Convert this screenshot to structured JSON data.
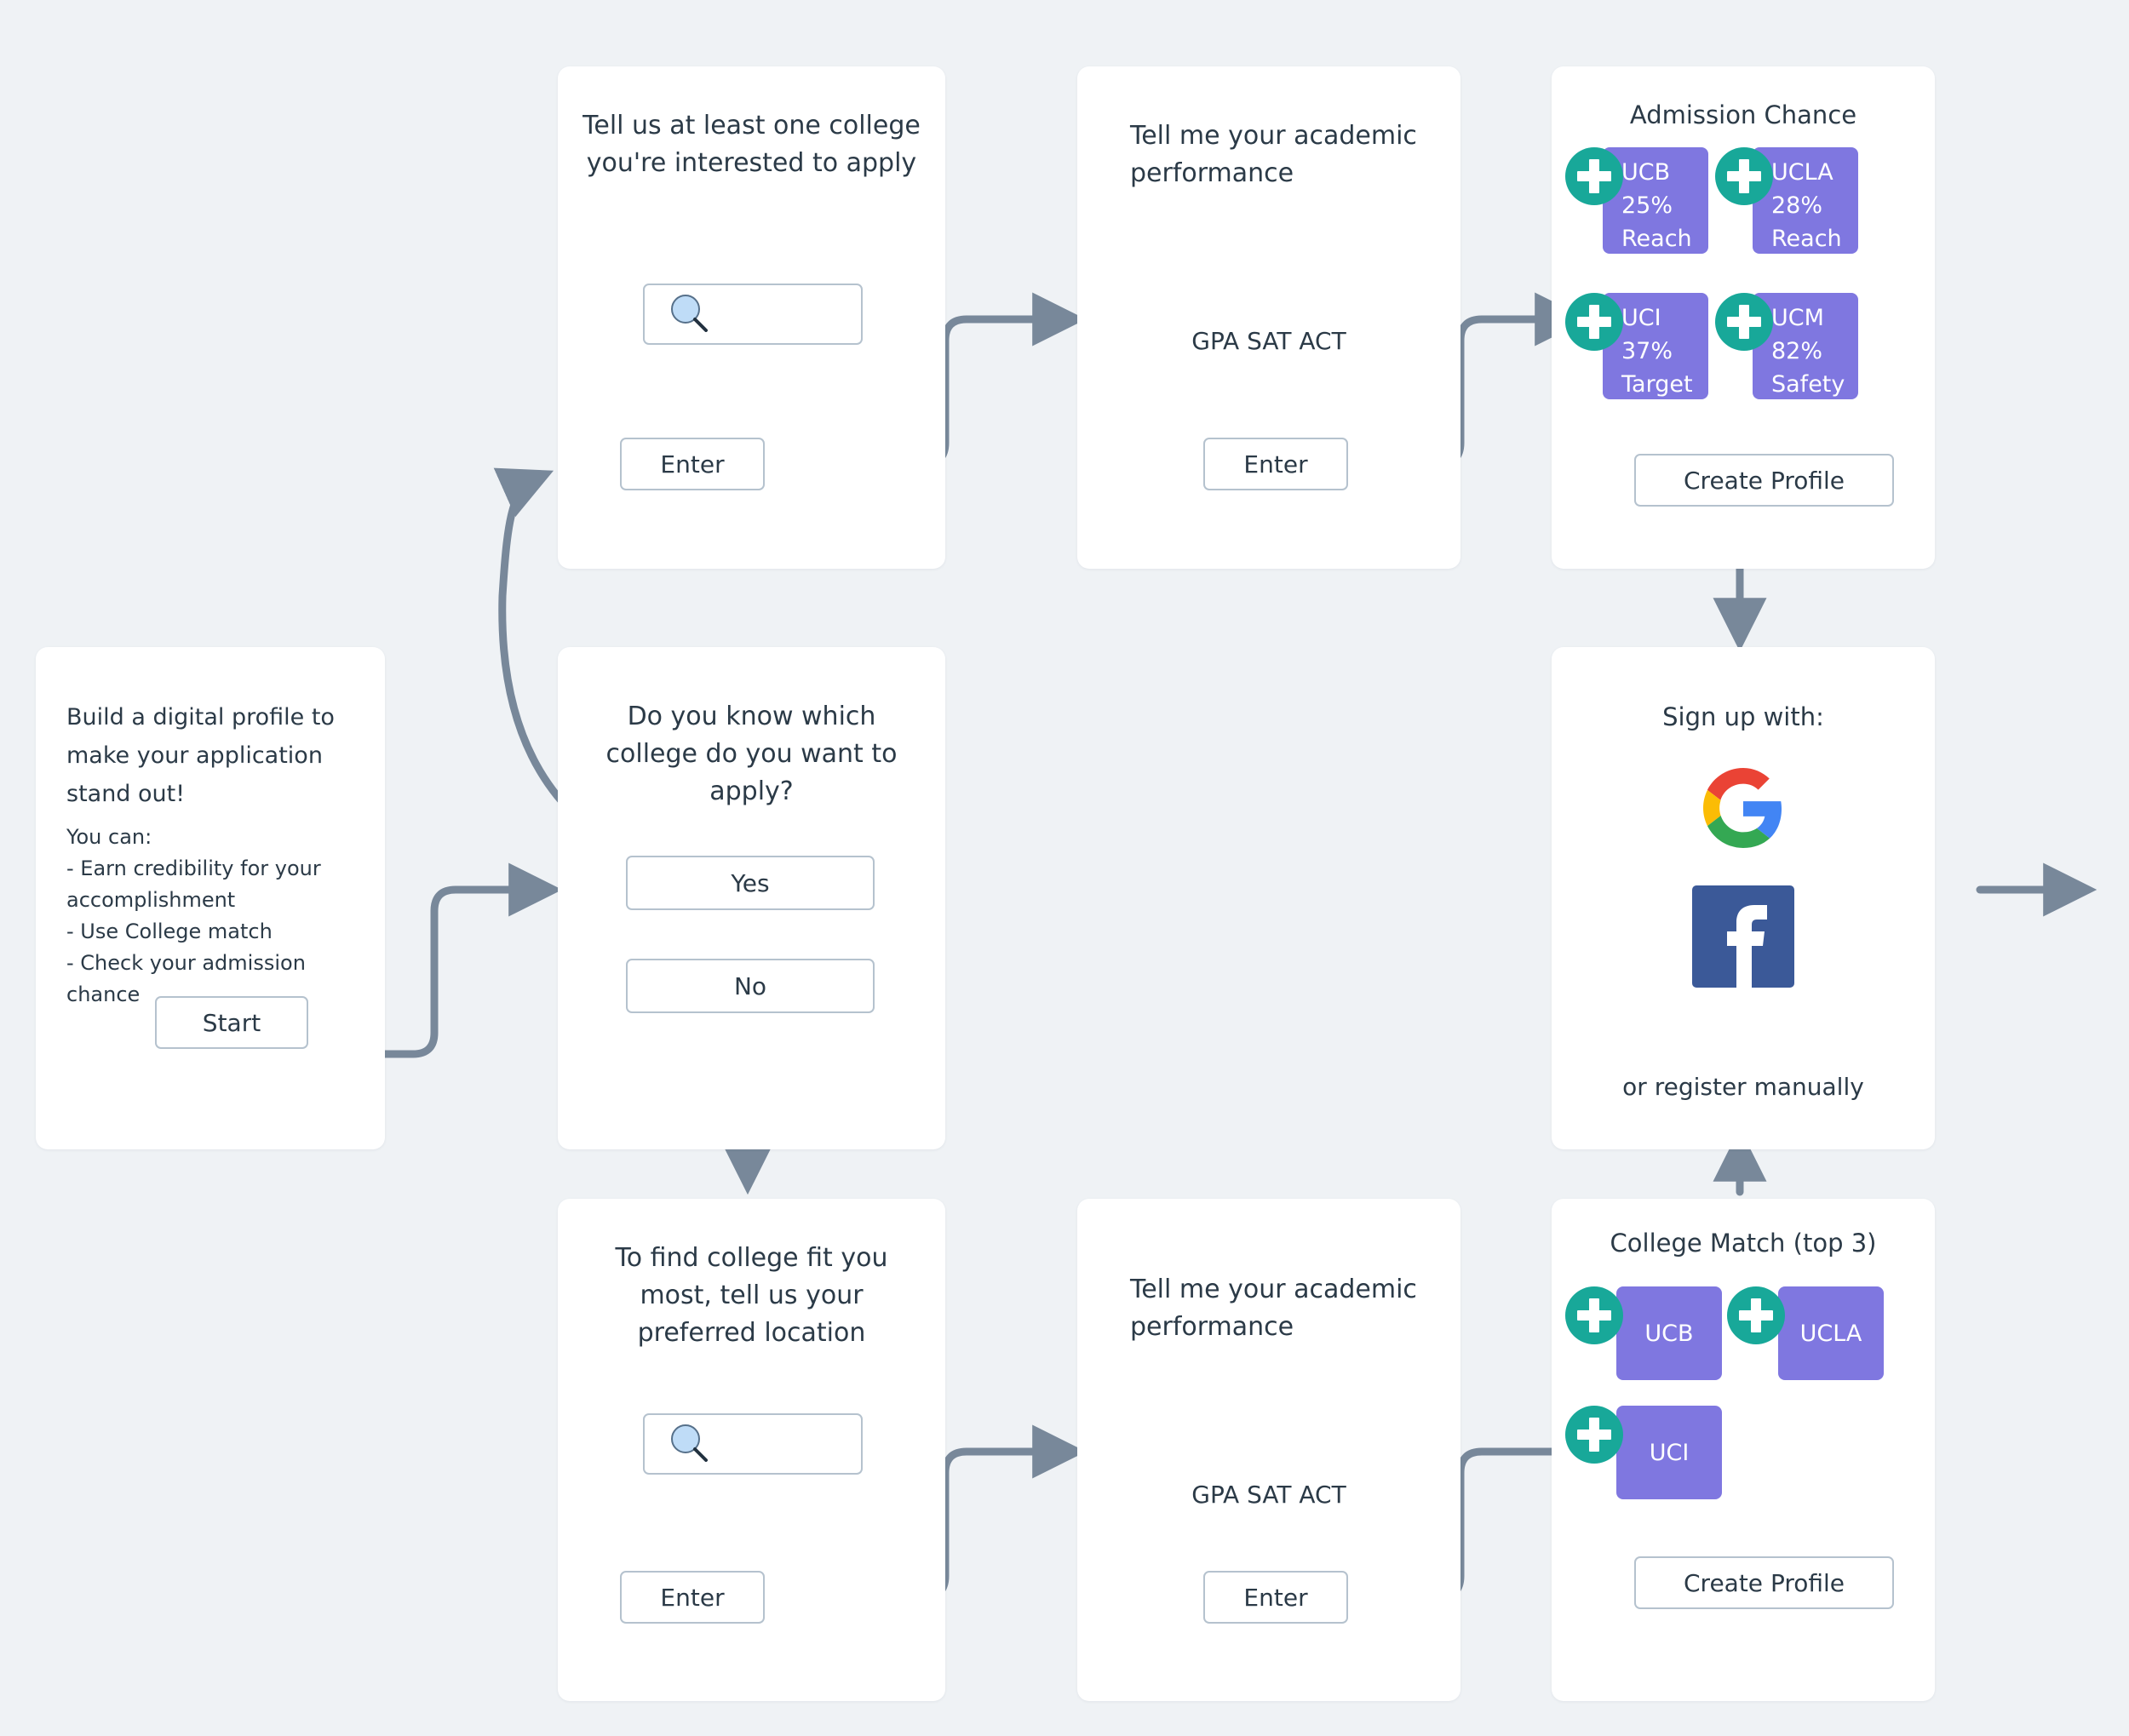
{
  "theme": {
    "background": "#eff2f5",
    "card_bg": "#ffffff",
    "text": "#2b3a47",
    "border": "#b5c2ce",
    "connector": "#78889a",
    "tile_purple": "#7f77e0",
    "plus_green": "#18a899",
    "search_fill": "#bfdcf7"
  },
  "intro_card": {
    "headline": "Build a digital profile to make your application stand out!",
    "body": "You can:\n - Earn credibility for your accomplishment\n- Use College match\n- Check your admission chance",
    "start_button": "Start"
  },
  "decision_card": {
    "question": "Do you know which college do you want to apply?",
    "yes_button": "Yes",
    "no_button": "No"
  },
  "college_search_card": {
    "prompt": "Tell us at least one college you're interested to apply",
    "search_icon": "magnifier-icon",
    "enter_button": "Enter"
  },
  "location_search_card": {
    "prompt": "To find college fit you most, tell us your preferred location",
    "search_icon": "magnifier-icon",
    "enter_button": "Enter"
  },
  "academic_card_top": {
    "prompt": "Tell me your academic performance",
    "fields": "GPA\nSAT\nACT",
    "enter_button": "Enter"
  },
  "academic_card_bottom": {
    "prompt": "Tell me your academic performance",
    "fields": "GPA\nSAT\nACT",
    "enter_button": "Enter"
  },
  "admission_chance_card": {
    "title": "Admission Chance",
    "tiles": [
      {
        "name": "UCB",
        "percent": "25%",
        "bucket": "Reach"
      },
      {
        "name": "UCLA",
        "percent": "28%",
        "bucket": "Reach"
      },
      {
        "name": "UCI",
        "percent": "37%",
        "bucket": "Target"
      },
      {
        "name": "UCM",
        "percent": "82%",
        "bucket": "Safety"
      }
    ],
    "create_profile_button": "Create Profile",
    "add_icon": "plus-icon"
  },
  "college_match_card": {
    "title": "College Match (top 3)",
    "tiles": [
      {
        "name": "UCB"
      },
      {
        "name": "UCLA"
      },
      {
        "name": "UCI"
      }
    ],
    "create_profile_button": "Create Profile",
    "add_icon": "plus-icon"
  },
  "signup_card": {
    "title": "Sign up with:",
    "google_icon": "google-logo-icon",
    "facebook_icon": "facebook-logo-icon",
    "manual_text": "or register manually"
  }
}
